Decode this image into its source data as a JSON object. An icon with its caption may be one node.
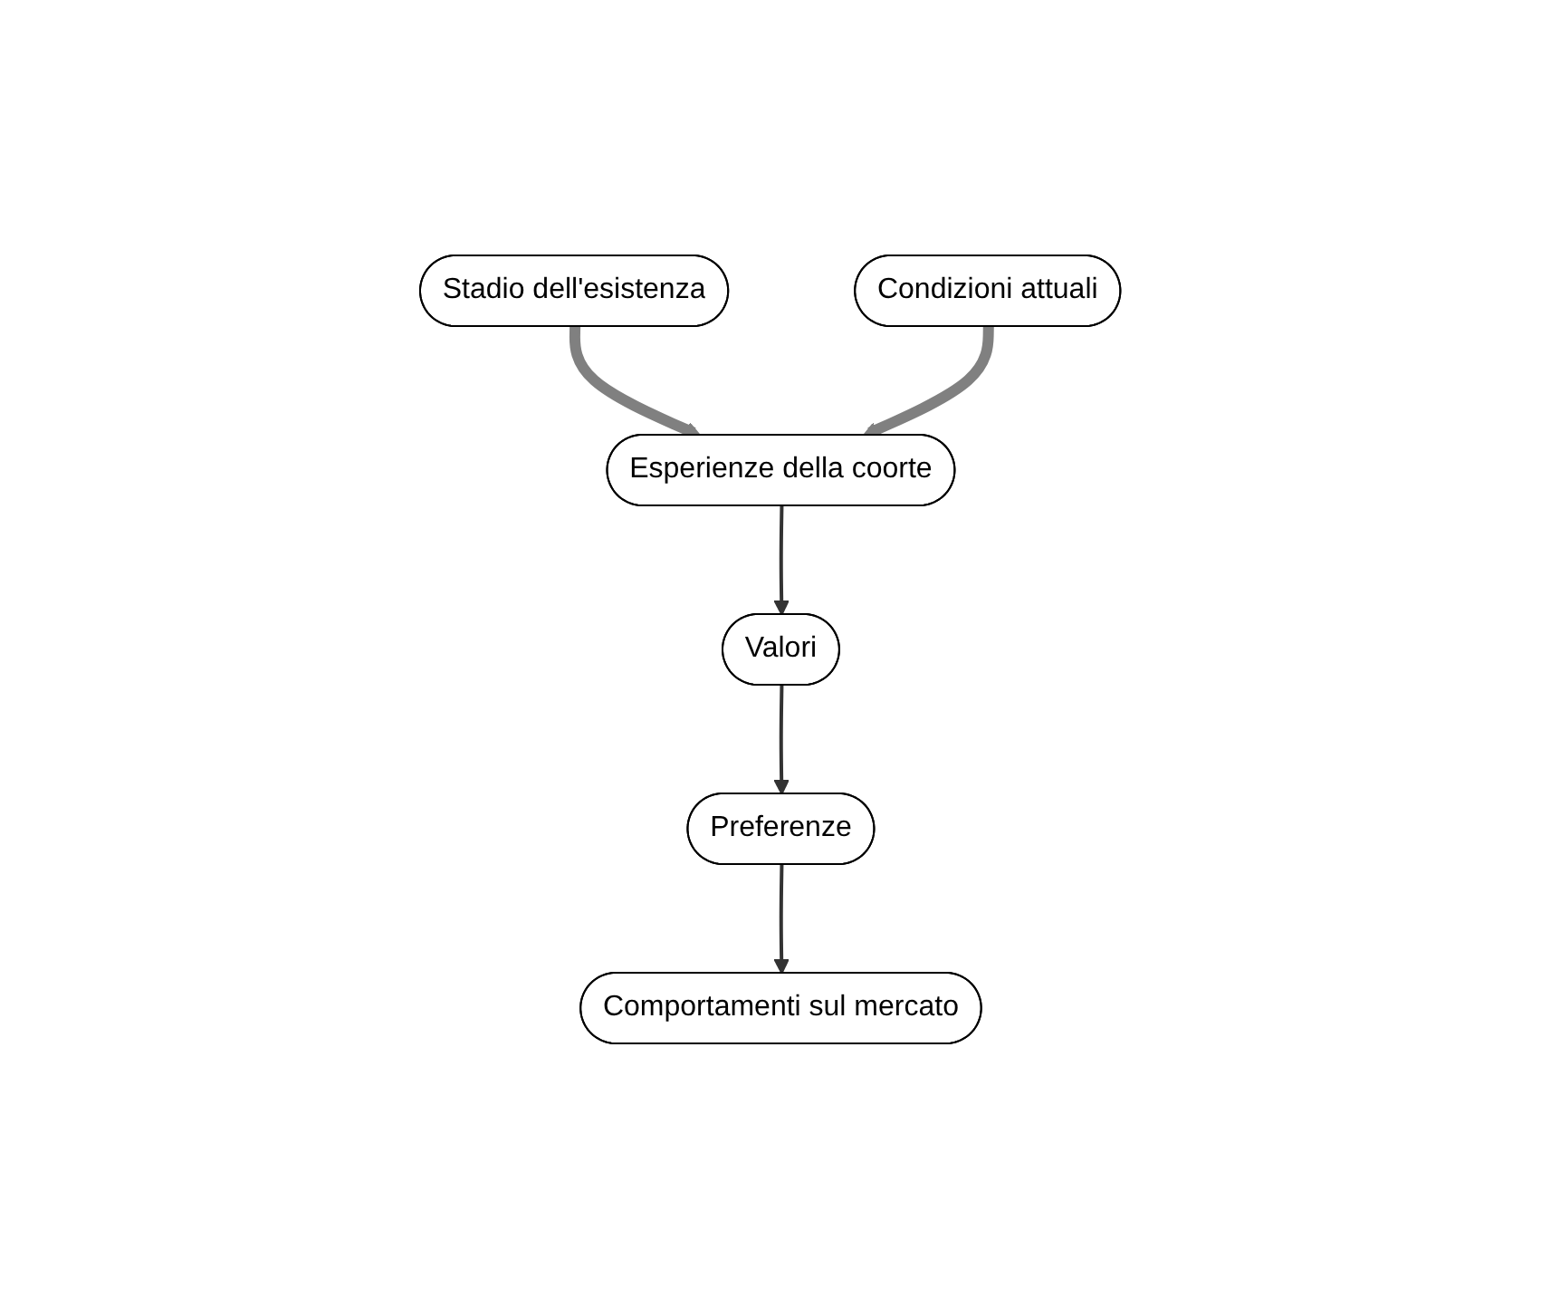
{
  "diagram": {
    "nodes": [
      {
        "text": [
          "Stadio dell'esistenza"
        ]
      },
      {
        "text": [
          "Esperienze della coorte"
        ]
      },
      {
        "text": [
          "Condizioni attuali"
        ]
      },
      {
        "text": [
          "Valori"
        ]
      },
      {
        "text": [
          "Preferenze"
        ]
      },
      {
        "text": [
          "Comportamenti sul mercato"
        ]
      }
    ],
    "edges": [
      {
        "from": 0,
        "to": 1,
        "arrow": "to",
        "style": "thick",
        "color": "#808080"
      },
      {
        "from": 2,
        "to": 1,
        "arrow": "to",
        "style": "thick",
        "color": "#808080"
      },
      {
        "from": 1,
        "to": 3,
        "arrow": "to"
      },
      {
        "from": 3,
        "to": 4,
        "arrow": "to"
      },
      {
        "from": 4,
        "to": 5,
        "arrow": "to"
      }
    ]
  }
}
